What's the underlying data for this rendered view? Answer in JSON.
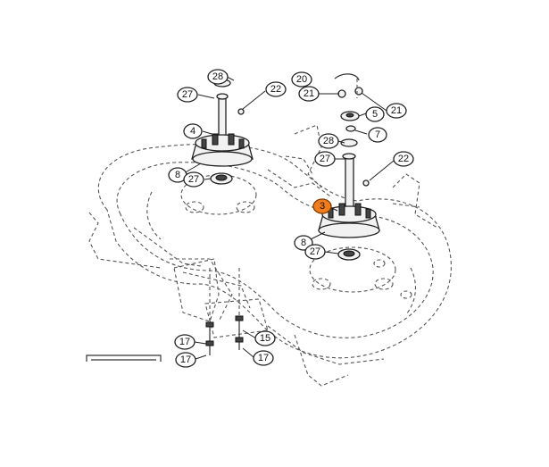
{
  "diagram": {
    "callouts": [
      {
        "id": "c28a",
        "label": "28"
      },
      {
        "id": "c27a",
        "label": "27"
      },
      {
        "id": "c22a",
        "label": "22"
      },
      {
        "id": "c4",
        "label": "4"
      },
      {
        "id": "c8a",
        "label": "8"
      },
      {
        "id": "c27b",
        "label": "27"
      },
      {
        "id": "c20",
        "label": "20"
      },
      {
        "id": "c21a",
        "label": "21"
      },
      {
        "id": "c5",
        "label": "5"
      },
      {
        "id": "c21b",
        "label": "21"
      },
      {
        "id": "c7",
        "label": "7"
      },
      {
        "id": "c28b",
        "label": "28"
      },
      {
        "id": "c27c",
        "label": "27"
      },
      {
        "id": "c22b",
        "label": "22"
      },
      {
        "id": "c3",
        "label": "3",
        "highlight": true
      },
      {
        "id": "c8b",
        "label": "8"
      },
      {
        "id": "c27d",
        "label": "27"
      },
      {
        "id": "c17a",
        "label": "17"
      },
      {
        "id": "c15",
        "label": "15"
      },
      {
        "id": "c17b",
        "label": "17"
      },
      {
        "id": "c17c",
        "label": "17"
      }
    ],
    "colors": {
      "line": "#333333",
      "highlight": "#f07c1c"
    }
  }
}
